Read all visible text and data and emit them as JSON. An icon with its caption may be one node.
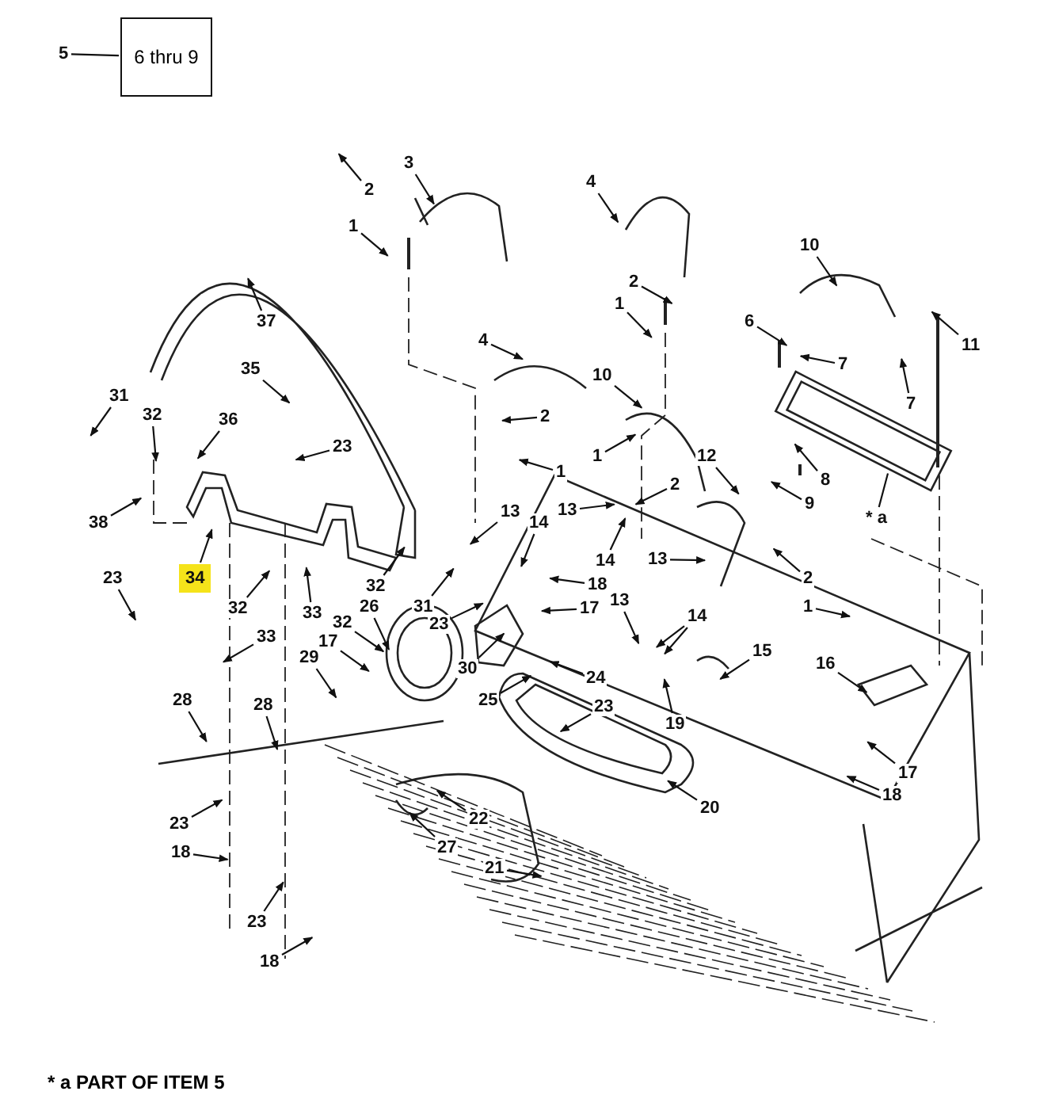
{
  "diagram": {
    "nodes": [
      {
        "text": [
          "5"
        ]
      },
      {
        "text": [
          "6 thru 9"
        ]
      },
      {
        "text": [
          "3"
        ]
      },
      {
        "text": [
          "2"
        ]
      },
      {
        "text": [
          "1"
        ]
      },
      {
        "text": [
          "4"
        ]
      },
      {
        "text": [
          "2"
        ]
      },
      {
        "text": [
          "1"
        ]
      },
      {
        "text": [
          "10"
        ]
      },
      {
        "text": [
          "6"
        ]
      },
      {
        "text": [
          "7"
        ]
      },
      {
        "text": [
          "11"
        ]
      },
      {
        "text": [
          "7"
        ]
      },
      {
        "text": [
          "8"
        ]
      },
      {
        "text": [
          "9"
        ]
      },
      {
        "text": [
          "* a"
        ]
      },
      {
        "text": [
          "37"
        ]
      },
      {
        "text": [
          "4"
        ]
      },
      {
        "text": [
          "35"
        ]
      },
      {
        "text": [
          "31"
        ]
      },
      {
        "text": [
          "32"
        ]
      },
      {
        "text": [
          "36"
        ]
      },
      {
        "text": [
          "23"
        ]
      },
      {
        "text": [
          "2"
        ]
      },
      {
        "text": [
          "1"
        ]
      },
      {
        "text": [
          "10"
        ]
      },
      {
        "text": [
          "1"
        ]
      },
      {
        "text": [
          "2"
        ]
      },
      {
        "text": [
          "12"
        ]
      },
      {
        "text": [
          "38"
        ]
      },
      {
        "text": [
          "23"
        ]
      },
      {
        "text": [
          "34"
        ]
      },
      {
        "text": [
          "13"
        ]
      },
      {
        "text": [
          "14"
        ]
      },
      {
        "text": [
          "13"
        ]
      },
      {
        "text": [
          "14"
        ]
      },
      {
        "text": [
          "18"
        ]
      },
      {
        "text": [
          "17"
        ]
      },
      {
        "text": [
          "13"
        ]
      },
      {
        "text": [
          "13"
        ]
      },
      {
        "text": [
          "14"
        ]
      },
      {
        "text": [
          "2"
        ]
      },
      {
        "text": [
          "1"
        ]
      },
      {
        "text": [
          "15"
        ]
      },
      {
        "text": [
          "16"
        ]
      },
      {
        "text": [
          "17"
        ]
      },
      {
        "text": [
          "18"
        ]
      },
      {
        "text": [
          "24"
        ]
      },
      {
        "text": [
          "23"
        ]
      },
      {
        "text": [
          "19"
        ]
      },
      {
        "text": [
          "20"
        ]
      },
      {
        "text": [
          "32"
        ]
      },
      {
        "text": [
          "33"
        ]
      },
      {
        "text": [
          "33"
        ]
      },
      {
        "text": [
          "32"
        ]
      },
      {
        "text": [
          "26"
        ]
      },
      {
        "text": [
          "32"
        ]
      },
      {
        "text": [
          "31"
        ]
      },
      {
        "text": [
          "23"
        ]
      },
      {
        "text": [
          "30"
        ]
      },
      {
        "text": [
          "25"
        ]
      },
      {
        "text": [
          "29"
        ]
      },
      {
        "text": [
          "17"
        ]
      },
      {
        "text": [
          "28"
        ]
      },
      {
        "text": [
          "28"
        ]
      },
      {
        "text": [
          "23"
        ]
      },
      {
        "text": [
          "18"
        ]
      },
      {
        "text": [
          "23"
        ]
      },
      {
        "text": [
          "18"
        ]
      },
      {
        "text": [
          "22"
        ]
      },
      {
        "text": [
          "27"
        ]
      },
      {
        "text": [
          "21"
        ]
      }
    ],
    "edges": [
      {
        "from": 0,
        "to": 1,
        "arrow": "none"
      },
      {
        "from": 2,
        "to": null,
        "arrow": "to"
      },
      {
        "from": 3,
        "to": null,
        "arrow": "to"
      },
      {
        "from": 4,
        "to": null,
        "arrow": "to"
      },
      {
        "from": 5,
        "to": null,
        "arrow": "to"
      },
      {
        "from": 6,
        "to": null,
        "arrow": "to"
      },
      {
        "from": 7,
        "to": null,
        "arrow": "to"
      },
      {
        "from": 8,
        "to": null,
        "arrow": "to"
      },
      {
        "from": 9,
        "to": null,
        "arrow": "to"
      },
      {
        "from": 10,
        "to": null,
        "arrow": "to"
      },
      {
        "from": 11,
        "to": null,
        "arrow": "to"
      },
      {
        "from": 12,
        "to": null,
        "arrow": "to"
      },
      {
        "from": 13,
        "to": null,
        "arrow": "to"
      },
      {
        "from": 14,
        "to": null,
        "arrow": "to"
      },
      {
        "from": 15,
        "to": null,
        "arrow": "none"
      },
      {
        "from": 16,
        "to": null,
        "arrow": "to"
      },
      {
        "from": 17,
        "to": null,
        "arrow": "to"
      },
      {
        "from": 18,
        "to": null,
        "arrow": "to"
      },
      {
        "from": 19,
        "to": null,
        "arrow": "to"
      },
      {
        "from": 20,
        "to": null,
        "arrow": "to"
      },
      {
        "from": 21,
        "to": null,
        "arrow": "to"
      },
      {
        "from": 22,
        "to": null,
        "arrow": "to"
      },
      {
        "from": 23,
        "to": null,
        "arrow": "to"
      },
      {
        "from": 24,
        "to": null,
        "arrow": "to"
      },
      {
        "from": 25,
        "to": null,
        "arrow": "to"
      },
      {
        "from": 26,
        "to": null,
        "arrow": "to"
      },
      {
        "from": 27,
        "to": null,
        "arrow": "to"
      },
      {
        "from": 28,
        "to": null,
        "arrow": "to"
      },
      {
        "from": 29,
        "to": null,
        "arrow": "to"
      },
      {
        "from": 30,
        "to": null,
        "arrow": "to"
      },
      {
        "from": 31,
        "to": null,
        "arrow": "to"
      },
      {
        "from": 32,
        "to": null,
        "arrow": "to"
      },
      {
        "from": 33,
        "to": null,
        "arrow": "to"
      },
      {
        "from": 34,
        "to": null,
        "arrow": "to"
      },
      {
        "from": 35,
        "to": null,
        "arrow": "to"
      },
      {
        "from": 36,
        "to": null,
        "arrow": "to"
      },
      {
        "from": 37,
        "to": null,
        "arrow": "to"
      },
      {
        "from": 38,
        "to": null,
        "arrow": "to"
      },
      {
        "from": 39,
        "to": null,
        "arrow": "to"
      },
      {
        "from": 40,
        "to": null,
        "arrow": "to"
      },
      {
        "from": 40,
        "to": null,
        "arrow": "to"
      },
      {
        "from": 41,
        "to": null,
        "arrow": "to"
      },
      {
        "from": 42,
        "to": null,
        "arrow": "to"
      },
      {
        "from": 43,
        "to": null,
        "arrow": "to"
      },
      {
        "from": 44,
        "to": null,
        "arrow": "to"
      },
      {
        "from": 45,
        "to": null,
        "arrow": "to"
      },
      {
        "from": 46,
        "to": null,
        "arrow": "to"
      },
      {
        "from": 47,
        "to": null,
        "arrow": "to"
      },
      {
        "from": 48,
        "to": null,
        "arrow": "to"
      },
      {
        "from": 49,
        "to": null,
        "arrow": "to"
      },
      {
        "from": 50,
        "to": null,
        "arrow": "to"
      },
      {
        "from": 51,
        "to": null,
        "arrow": "to"
      },
      {
        "from": 52,
        "to": null,
        "arrow": "to"
      },
      {
        "from": 53,
        "to": null,
        "arrow": "to"
      },
      {
        "from": 54,
        "to": null,
        "arrow": "to"
      },
      {
        "from": 55,
        "to": null,
        "arrow": "to"
      },
      {
        "from": 56,
        "to": null,
        "arrow": "to"
      },
      {
        "from": 57,
        "to": null,
        "arrow": "to"
      },
      {
        "from": 58,
        "to": null,
        "arrow": "to"
      },
      {
        "from": 59,
        "to": null,
        "arrow": "to"
      },
      {
        "from": 60,
        "to": null,
        "arrow": "to"
      },
      {
        "from": 61,
        "to": null,
        "arrow": "to"
      },
      {
        "from": 62,
        "to": null,
        "arrow": "to"
      },
      {
        "from": 63,
        "to": null,
        "arrow": "to"
      },
      {
        "from": 64,
        "to": null,
        "arrow": "to"
      },
      {
        "from": 65,
        "to": null,
        "arrow": "to"
      },
      {
        "from": 66,
        "to": null,
        "arrow": "to"
      },
      {
        "from": 67,
        "to": null,
        "arrow": "to"
      },
      {
        "from": 68,
        "to": null,
        "arrow": "to"
      },
      {
        "from": 69,
        "to": null,
        "arrow": "to"
      },
      {
        "from": 70,
        "to": null,
        "arrow": "to"
      },
      {
        "from": 71,
        "to": null,
        "arrow": "to"
      }
    ],
    "labels": [
      "* a PART OF ITEM 5"
    ]
  }
}
